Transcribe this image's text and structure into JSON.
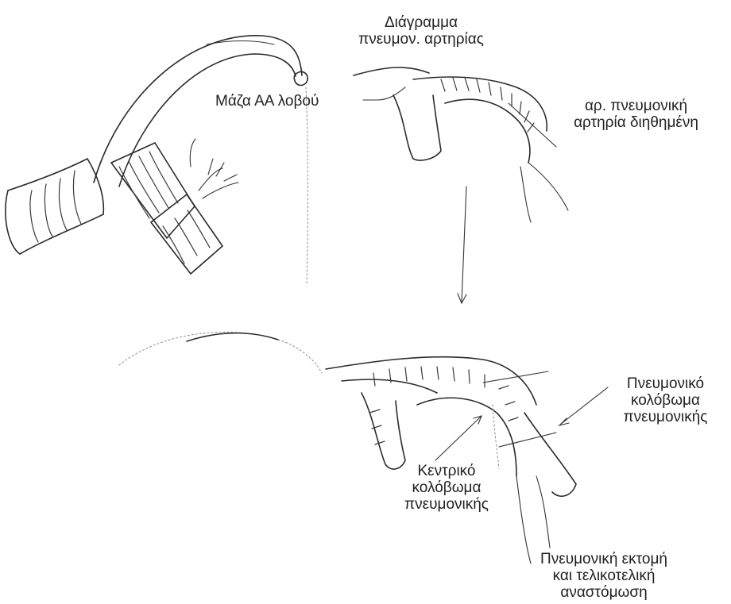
{
  "labels": {
    "diagram_title_line1": "Διάγραμμα",
    "diagram_title_line2": "πνευμον. αρτηρίας",
    "mass_label": "Μάζα ΑΑ λοβού",
    "left_pa_line1": "αρ. πνευμονική",
    "left_pa_line2": "αρτηρία διηθημένη",
    "distal_stump_line1": "Πνευμονικό",
    "distal_stump_line2": "κολόβωμα",
    "distal_stump_line3": "πνευμονικής",
    "central_stump_line1": "Κεντρικό",
    "central_stump_line2": "κολόβωμα",
    "central_stump_line3": "πνευμονικής",
    "resection_line1": "Πνευμονική εκτομή",
    "resection_line2": "και τελικοτελική",
    "resection_line3": "αναστόμωση"
  },
  "colors": {
    "ink": "#2b2b2b",
    "faint_ink": "#8a8a8a",
    "background": "#ffffff"
  }
}
